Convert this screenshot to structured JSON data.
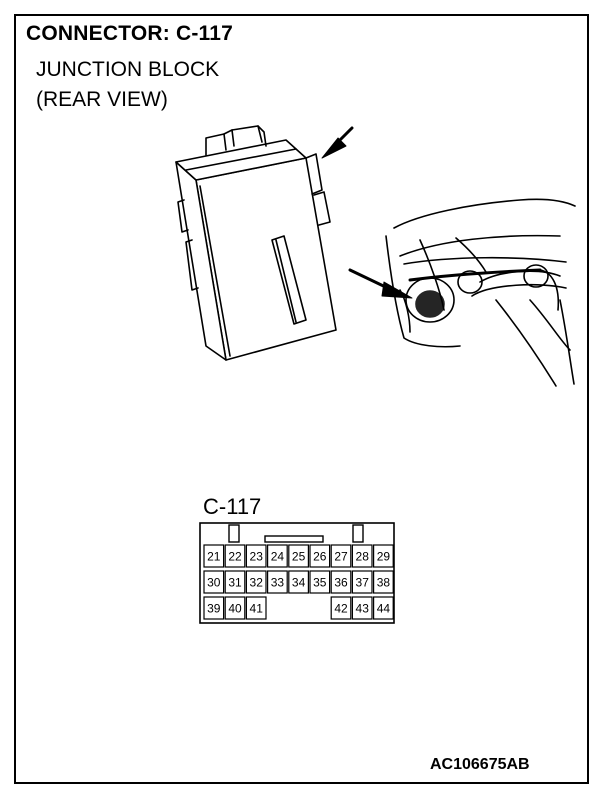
{
  "header": {
    "title": "CONNECTOR: C-117",
    "subtitle_line1": "JUNCTION BLOCK",
    "subtitle_line2": "(REAR VIEW)"
  },
  "connector": {
    "label": "C-117",
    "rows": [
      [
        "21",
        "22",
        "23",
        "24",
        "25",
        "26",
        "27",
        "28",
        "29"
      ],
      [
        "30",
        "31",
        "32",
        "33",
        "34",
        "35",
        "36",
        "37",
        "38"
      ],
      [
        "39",
        "40",
        "41",
        "",
        "",
        "",
        "42",
        "43",
        "44"
      ]
    ]
  },
  "figure_id": "AC106675AB"
}
